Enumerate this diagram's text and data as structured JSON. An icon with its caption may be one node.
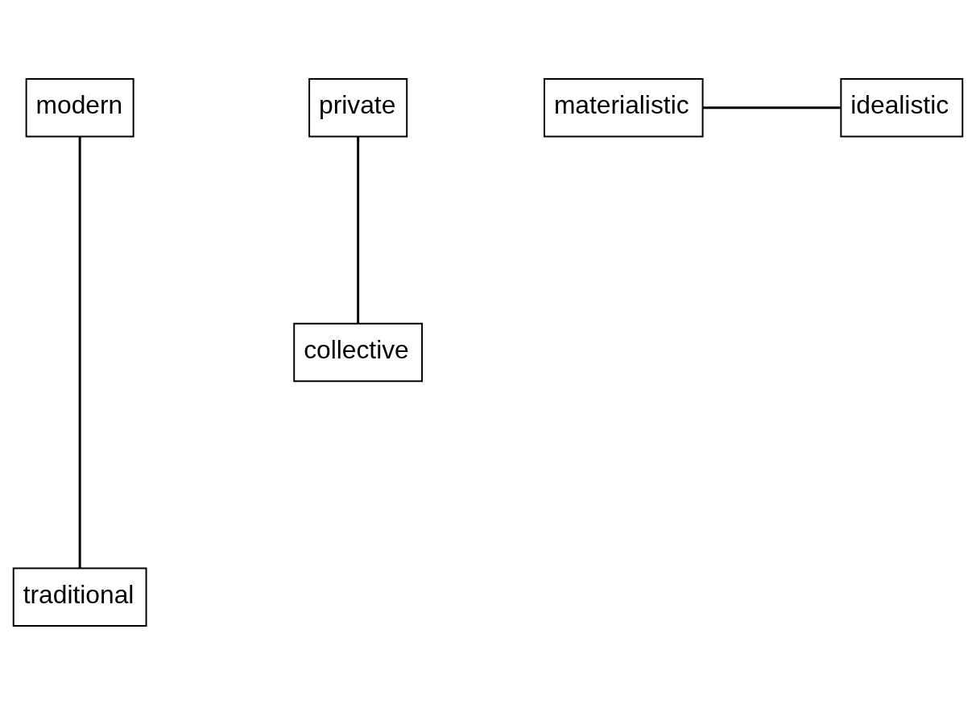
{
  "diagram": {
    "nodes": [
      {
        "text": [
          "modern"
        ]
      },
      {
        "text": [
          "private"
        ]
      },
      {
        "text": [
          "materialistic"
        ]
      },
      {
        "text": [
          "idealistic"
        ]
      },
      {
        "text": [
          "collective"
        ]
      },
      {
        "text": [
          "traditional"
        ]
      }
    ],
    "edges": [
      {
        "from": 0,
        "to": 5,
        "arrow": "none"
      },
      {
        "from": 2,
        "to": 3,
        "arrow": "none"
      },
      {
        "from": 1,
        "to": 4,
        "arrow": "none"
      }
    ]
  }
}
